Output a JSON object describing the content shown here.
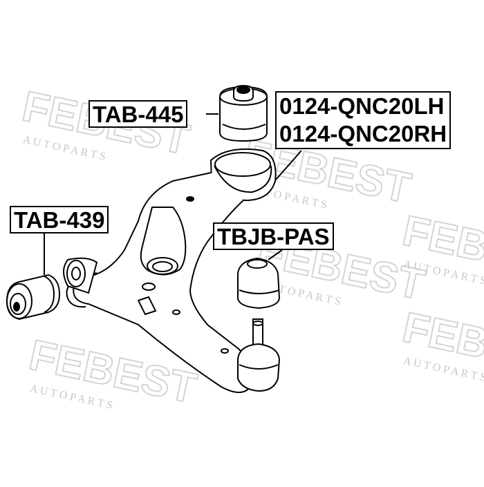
{
  "watermark": {
    "brand": "FEBEST",
    "tagline": "A U T O   P A R T S",
    "color": "#d9d9d9"
  },
  "labels": {
    "tab445": "TAB-445",
    "tab439": "TAB-439",
    "tbjb": "TBJB-PAS",
    "arm_lh": "0124-QNC20LH",
    "arm_rh": "0124-QNC20RH"
  },
  "line_color": "#000000"
}
